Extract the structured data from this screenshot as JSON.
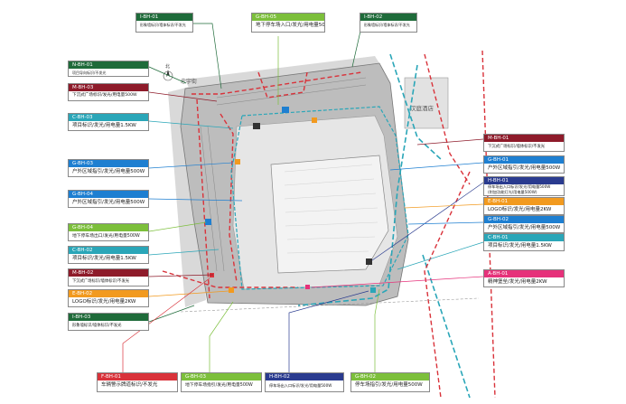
{
  "map": {
    "north_label": "北",
    "street_label": "忠宇街",
    "hotel_label": "汉庭酒店",
    "colors": {
      "green": "#4caf50",
      "red": "#d9323a",
      "teal": "#2aa6b8",
      "orange": "#f29a1f",
      "blue": "#1e7fd1",
      "pink": "#e6317a",
      "darkgreen": "#1f6b3a",
      "darkred": "#8e1b2a",
      "lightgreen": "#7cbf3b",
      "navy": "#2a3b8f"
    }
  },
  "callouts": [
    {
      "id": "I-BH-01",
      "text": "形象墙标识/墙体标识/不发光",
      "color": "#1f6b3a"
    },
    {
      "id": "G-BH-05",
      "text": "地下停车场入口/发光/用电量500W",
      "color": "#7cbf3b"
    },
    {
      "id": "I-BH-02",
      "text": "形象墙标识/墙体标识/不发光",
      "color": "#1f6b3a"
    },
    {
      "id": "N-BH-01",
      "text": "项目导向标识/不发光",
      "color": "#1f6b3a"
    },
    {
      "id": "M-BH-03",
      "text": "下沉式广场标识/发光/用电量500W",
      "color": "#8e1b2a"
    },
    {
      "id": "C-BH-03",
      "text": "项目标识/发光/用电量1.5KW",
      "color": "#2aa6b8"
    },
    {
      "id": "G-BH-03",
      "text": "户外区域指引/发光/用电量500W",
      "color": "#1e7fd1"
    },
    {
      "id": "G-BH-04",
      "text": "户外区域指引/发光/用电量500W",
      "color": "#1e7fd1"
    },
    {
      "id": "G-BH-04",
      "text": "地下停车场出口/发光/用电量500W",
      "color": "#7cbf3b"
    },
    {
      "id": "C-BH-02",
      "text": "项目标识/发光/用电量1.5KW",
      "color": "#2aa6b8"
    },
    {
      "id": "M-BH-02",
      "text": "下沉式广场标识/墙体标识/不发光",
      "color": "#8e1b2a"
    },
    {
      "id": "E-BH-02",
      "text": "LOGO标识/发光/用电量2KW",
      "color": "#f29a1f"
    },
    {
      "id": "I-BH-03",
      "text": "形象墙标识/墙体标识/不发光",
      "color": "#1f6b3a"
    },
    {
      "id": "M-BH-01",
      "text": "下沉式广场标识/墙体标识/不发光",
      "color": "#8e1b2a"
    },
    {
      "id": "G-BH-01",
      "text": "户外区域指引/发光/用电量500W",
      "color": "#1e7fd1"
    },
    {
      "id": "H-BH-01",
      "text": "停车场出入口标识/发光/用电量500W",
      "text2": "(附加功能灯光/用电量500W)",
      "color": "#2a3b8f"
    },
    {
      "id": "E-BH-01",
      "text": "LOGO标识/发光/用电量2KW",
      "color": "#f29a1f"
    },
    {
      "id": "G-BH-02",
      "text": "户外区域指引/发光/用电量500W",
      "color": "#1e7fd1"
    },
    {
      "id": "C-BH-01",
      "text": "项目标识/发光/用电量1.5KW",
      "color": "#2aa6b8"
    },
    {
      "id": "A-BH-01",
      "text": "精神堡垒/发光/用电量2KW",
      "color": "#e6317a"
    },
    {
      "id": "F-BH-01",
      "text": "车辆警示牌道标识/不发光",
      "color": "#d9323a"
    },
    {
      "id": "G-BH-03",
      "text": "地下停车场指引/发光/用电量500W",
      "color": "#7cbf3b"
    },
    {
      "id": "H-BH-02",
      "text": "停车场出入口标识/发光/用电量500W",
      "color": "#2a3b8f"
    },
    {
      "id": "G-BH-02",
      "text": "停车场指引/发光/用电量500W",
      "color": "#7cbf3b"
    }
  ]
}
